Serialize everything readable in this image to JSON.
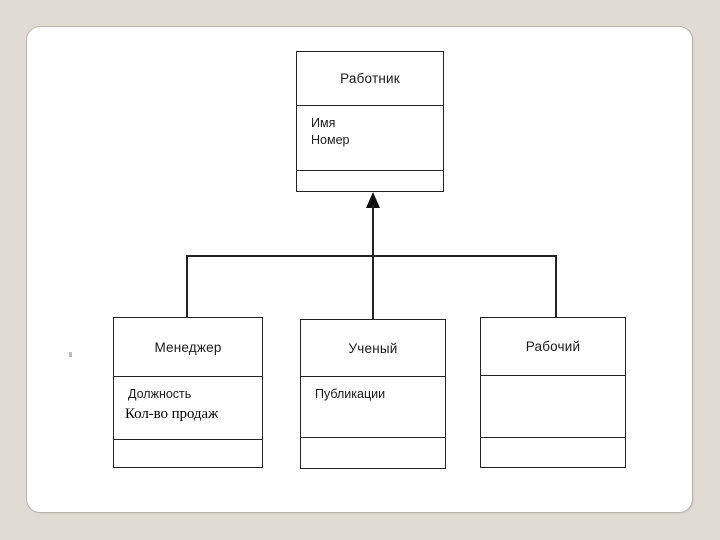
{
  "slide": {
    "background_color": "#e1dcd3",
    "panel_color": "#ffffff"
  },
  "diagram": {
    "type": "uml-class-diagram",
    "relationship": "generalization",
    "line_color": "#232323",
    "classes": [
      {
        "id": "rabotnik",
        "role": "superclass",
        "name": "Работник",
        "attributes": [
          "Имя",
          "Номер"
        ],
        "operations": []
      },
      {
        "id": "menedzher",
        "role": "subclass",
        "name": "Менеджер",
        "attributes": [
          "Должность"
        ],
        "annotation": "Кол-во продаж",
        "operations": []
      },
      {
        "id": "uchenyy",
        "role": "subclass",
        "name": "Ученый",
        "attributes": [
          "Публикации"
        ],
        "operations": []
      },
      {
        "id": "rabochiy",
        "role": "subclass",
        "name": "Рабочий",
        "attributes": [],
        "operations": []
      }
    ]
  }
}
